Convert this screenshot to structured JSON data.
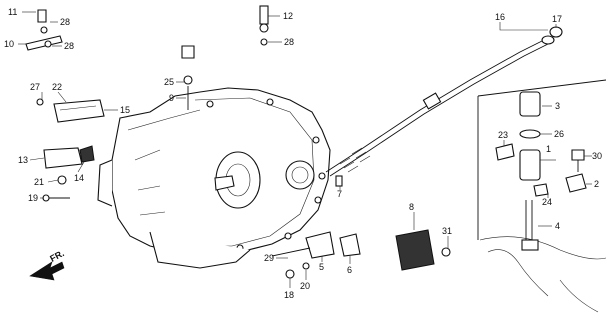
{
  "diagram": {
    "direction_label": "FR.",
    "callouts": [
      {
        "id": "c1",
        "text": "1"
      },
      {
        "id": "c2",
        "text": "2"
      },
      {
        "id": "c3",
        "text": "3"
      },
      {
        "id": "c4",
        "text": "4"
      },
      {
        "id": "c5",
        "text": "5"
      },
      {
        "id": "c6",
        "text": "6"
      },
      {
        "id": "c7",
        "text": "7"
      },
      {
        "id": "c8",
        "text": "8"
      },
      {
        "id": "c9",
        "text": "9"
      },
      {
        "id": "c10",
        "text": "10"
      },
      {
        "id": "c11",
        "text": "11"
      },
      {
        "id": "c12",
        "text": "12"
      },
      {
        "id": "c13",
        "text": "13"
      },
      {
        "id": "c14",
        "text": "14"
      },
      {
        "id": "c15",
        "text": "15"
      },
      {
        "id": "c16",
        "text": "16"
      },
      {
        "id": "c17",
        "text": "17"
      },
      {
        "id": "c18",
        "text": "18"
      },
      {
        "id": "c19",
        "text": "19"
      },
      {
        "id": "c20",
        "text": "20"
      },
      {
        "id": "c21",
        "text": "21"
      },
      {
        "id": "c22",
        "text": "22"
      },
      {
        "id": "c23",
        "text": "23"
      },
      {
        "id": "c24",
        "text": "24"
      },
      {
        "id": "c25",
        "text": "25"
      },
      {
        "id": "c26",
        "text": "26"
      },
      {
        "id": "c27",
        "text": "27"
      },
      {
        "id": "c28a",
        "text": "28"
      },
      {
        "id": "c28b",
        "text": "28"
      },
      {
        "id": "c28c",
        "text": "28"
      },
      {
        "id": "c29",
        "text": "29"
      },
      {
        "id": "c30",
        "text": "30"
      },
      {
        "id": "c31",
        "text": "31"
      }
    ]
  }
}
